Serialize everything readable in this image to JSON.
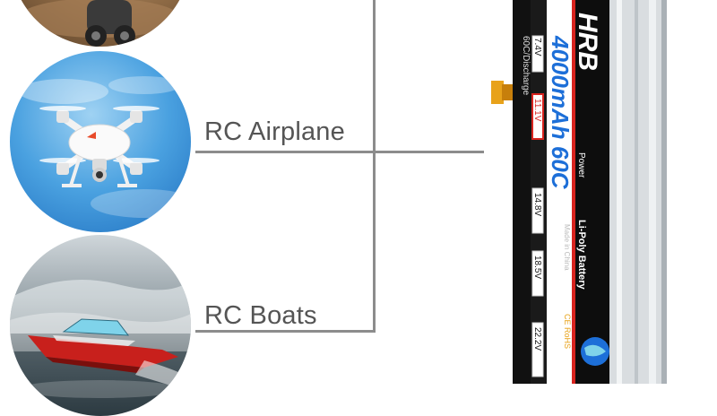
{
  "applications": [
    {
      "label": "RC Airplane"
    },
    {
      "label": "RC Boats"
    }
  ],
  "battery": {
    "brand": "HRB",
    "brand_sub": "Power",
    "capacity": "4000mAh 60C",
    "type": "Li-Poly Battery",
    "discharge": "60C/Discharge",
    "origin": "Made in China",
    "voltages": [
      "7.4V",
      "11.1V",
      "14.8V",
      "18.5V",
      "22.2V"
    ],
    "certs": "CE RoHS"
  },
  "colors": {
    "battery_body": "#111111",
    "accent_red": "#d8241f",
    "accent_blue": "#1d6fd8",
    "label_text": "#555555",
    "connector_line": "#8c8c8c",
    "connector_plug": "#e8a21a"
  }
}
